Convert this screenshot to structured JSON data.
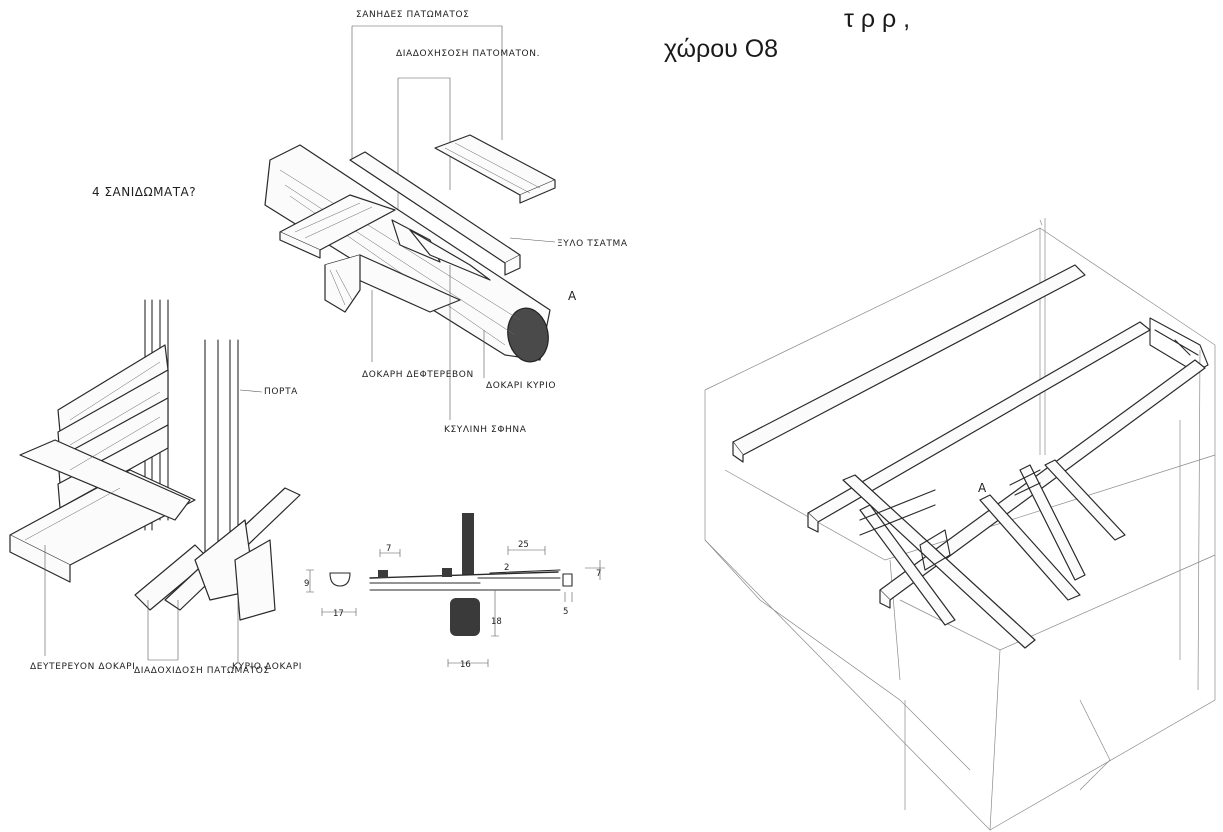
{
  "caption": {
    "line_tail": "τ   ρ   ρ   ,",
    "line2": "χώρου Ο8"
  },
  "sketch_labels": {
    "floor_boards": "ΣΑΝΗΔΕΣ ΠΑΤΩΜΑΤΟΣ",
    "floor_succession": "ΔΙΑΔΟΧΗΣΟΣΗ ΠΑΤΟΜΑΤΟΝ.",
    "four_boards": "4 ΣΑΝΙΔΩΜΑΤΑ?",
    "wood_insert": "ΞΥΛΟ ΤΣΑΤΜΑ",
    "marker_a": "A",
    "secondary_beam": "ΔΟΚΑΡΗ ΔΕΦΤΕΡΕΒΟΝ",
    "wooden_wedge": "ΚΣΥΛΙΝΗ ΣΦΗΝΑ",
    "main_beam": "ΔΟΚΑΡΙ ΚΥΡΙΟ",
    "door": "ΠΟΡΤΑ",
    "secondary_beam_2": "ΔΕΥΤΕΡΕΥΟΝ ΔΟΚΑΡΙ",
    "floor_succession_2": "ΔΙΑΔΟΧΙΔΟΣΗ ΠΑΤΩΜΑΤΟΣ",
    "main_beam_2": "ΚΥΡΙΟ ΔΟΚΑΡΙ",
    "marker_a_2": "A"
  },
  "dimensions": {
    "d25": "25",
    "d2": "2",
    "d7": "7",
    "d9": "9",
    "d17": "17",
    "d18": "18",
    "d5": "5",
    "d16": "16",
    "dtop": "7"
  }
}
